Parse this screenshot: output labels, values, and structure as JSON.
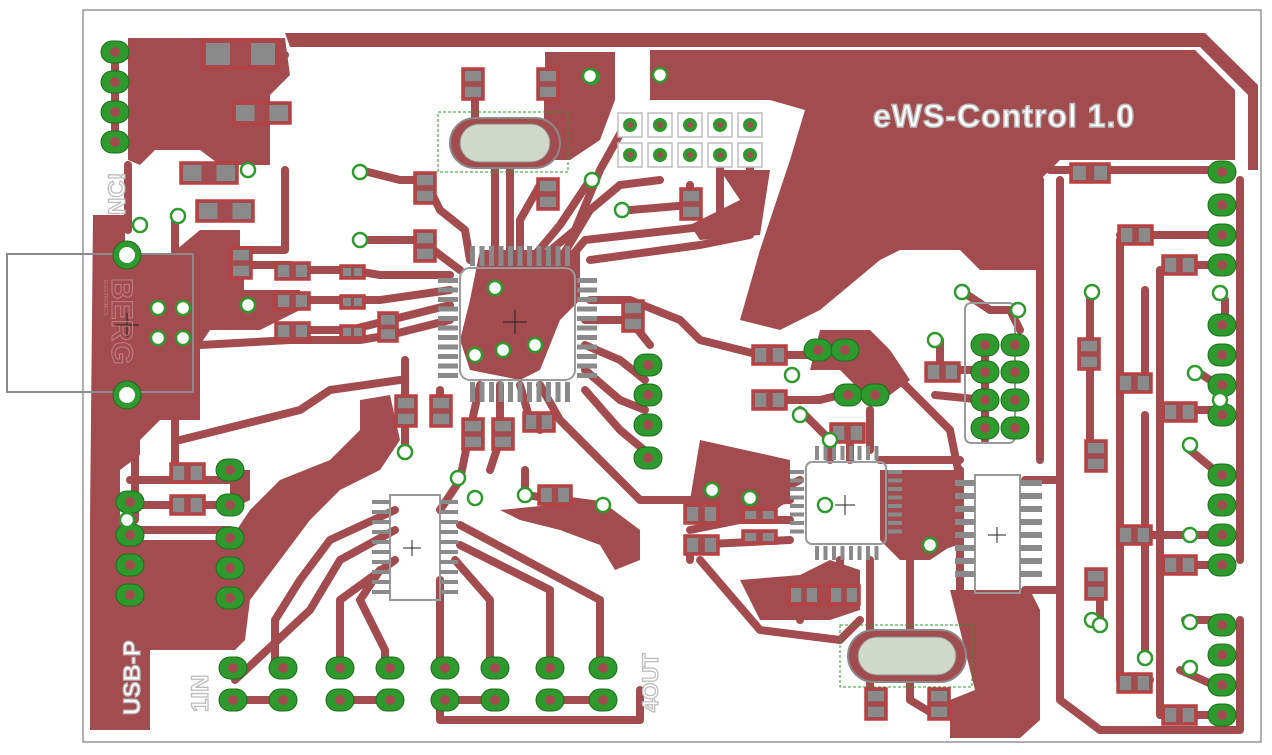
{
  "board": {
    "title": "eWS-Control 1.0",
    "labels": {
      "nc": "NC!",
      "usb": "USB-P",
      "in": "1IN",
      "out": "4OUT",
      "connector_brand": "BERG",
      "connector_sub": "ELECTRONICS"
    },
    "colors": {
      "copper": "#a34c4f",
      "pad": "#2e9a2e",
      "silk": "#bdbdbd",
      "outline": "#7a7a7a",
      "background": "#ffffff",
      "part_outline": "#c63a3a"
    }
  }
}
